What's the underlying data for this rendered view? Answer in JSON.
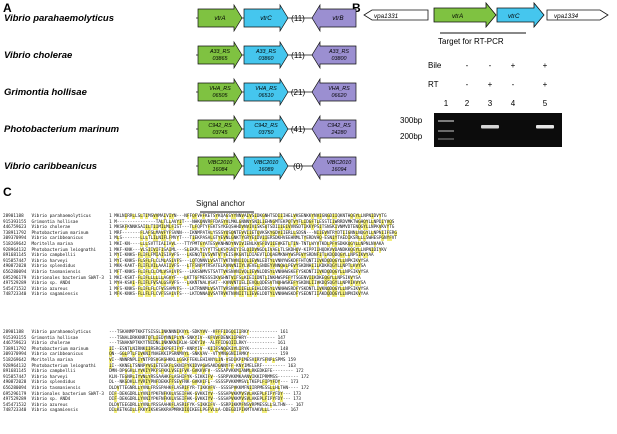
{
  "panels": {
    "a": "A",
    "b": "B",
    "c": "C"
  },
  "colors": {
    "green": "#7fc241",
    "blue": "#45c6ee",
    "purple": "#9b8fd1",
    "hl": "#f3ee7a"
  },
  "panelA": {
    "rows": [
      {
        "species": "Vibrio parahaemolyticus",
        "g1": "vtrA",
        "g2": "vtrC",
        "count": "(11)",
        "g3": "vtrB"
      },
      {
        "species": "Vibrio cholerae",
        "g1": "A33_RS 03865",
        "g2": "A33_RS 03860",
        "count": "(11)",
        "g3": "A33_RS 03800"
      },
      {
        "species": "Grimontia hollisae",
        "g1": "VHA_RS 06505",
        "g2": "VHA_RS 06510",
        "count": "(21)",
        "g3": "VHA_RS 06620"
      },
      {
        "species": "Photobacterium marinum",
        "g1": "C942_RS 03745",
        "g2": "C942_RS 03750",
        "count": "(41)",
        "g3": "C942_RS 24280"
      },
      {
        "species": "Vibrio caribbeanicus",
        "g1": "VIBC2010 16084",
        "g2": "VIBC2010 16089",
        "count": "(0)",
        "g3": "VIBC2010 16094"
      }
    ]
  },
  "panelB": {
    "genes": [
      "vpa1331",
      "vtrA",
      "vtrC",
      "vpa1334"
    ],
    "target": "Target for RT-PCR",
    "bile_label": "Bile",
    "rt_label": "RT",
    "bile": [
      "-",
      "-",
      "+",
      "+"
    ],
    "rt": [
      "-",
      "+",
      "-",
      "+"
    ],
    "lanes": [
      "1",
      "2",
      "3",
      "4",
      "5"
    ],
    "markers": [
      "300bp",
      "200bp"
    ]
  },
  "panelC": {
    "signal_anchor": "Signal anchor",
    "block1": [
      [
        "28901188",
        "Vibrio parahaemolyticus",
        "1 MKLNIRRLLSLTIMSVVMAIVIYN---NFFQFVHFKETSYKQAGSYYNNVAIVSIDKGNHTSDIIIHELVKSENKKYNVIGNGDIIQKNTHQGYLLNPNIDVYTG"
      ],
      [
        "915393155",
        "Grimontia hollisae",
        "1 M---------------TALTLLAVYIT---NHKQNVRFFDASYVLMKLGNNNYSNILIEHNGMTEKPQTVYFLIDGFTLESSTIIWRRDVMKTWGHQYLLNPDIYVQS"
      ],
      [
        "446759623",
        "Vibrio cholerae",
        "1 MKSKFKNNKSAIILTIIMILMLFIST---TLFQPTYFEKTSYKEQSHHDVNVIVISKSQTSDIIIEIVVNSDTIKKYPSITSNSKIVNMVDTENQGYLLNPKVKVYTG"
      ],
      [
        "738911792",
        "Photobacterium marinum",
        "1 MRF-------FLAFSLMAVFYFSVNN---IKNMPATALYSSSYQSQNTEVVIIETQVKSKYGDVIIERLLSDSN---NIIEVNTRYDTIIGNNLNQGYLLNPNIIFERG"
      ],
      [
        "309370994",
        "Vibrio caribbeanicus",
        "1 MLS-------LLLTLILNIFLFMVYT---TIEKPASALGTYEVNLGNKTYGRYEIDVIIERSDKHVEEHNMLTYERDVHQ-ESNIYTAEDIKSRLLLSWHESPGNYFVT"
      ],
      [
        "518269642",
        "Moritella marina",
        "1 MKI-KN----LLLSVTTIAIIAVL---TTYPMTGYATESVKNHNDYNVIVIENLKVSFDVIIEVKETLTIN-TNTLWYVTKDLPFVSDKKQGYLLNPNLNVAKA"
      ],
      [
        "928964132",
        "Photobacterium leiognathi",
        "1 MKF-KNK---VLSIIVIFISAIML---SLEKPLYSYYTTSLKSYGNIYISLQIDVNGDLIVAELTLSKDHQV-KIPPIIHQDKVVDANDKKQGYLLNPNIDIYKV"
      ],
      [
        "891681145",
        "Vibrio campbellii",
        "1 MYI-KNKS-FLIFLFMIAISIAVFS---LKENQTIVSVNTVTYEISVKGNTLDIAEVTLDQAEMKNHYWSPEVYSRDNFITLKDQDQGYLLNPSIKVYAA"
      ],
      [
        "915857447",
        "Vibrio harveyi",
        "1 MYI-KNKS-FLSFLFLCLMLASIVFS---LQTQNNVLVSATTVKTNVNIIQLIEVNLEDTYLVNNYWSKDFFHTQNTIIVKDQDQGYLLNPKIKVYSA"
      ],
      [
        "490872028",
        "Vibrio splendidus",
        "1 MKK-KAKT-FLIFLVILAAAIIVFS---LTFSNFMTRSATELKVNVNIIYLVEVELSNDEYVNNQWLPEVYSKDNHIILKDKKQGYLLNPTLKVYSA"
      ],
      [
        "656280094",
        "Vibrio tasmaniensis",
        "1 MFT-KNKS-FLIFLCLCMLVSAIVFS---LKKSNMVSTSATTVKSNVNIVQLIEVNLDDSYLVNNHWSKEFYSKDNTIIVKDQDQGYLLNPSIKVYSA"
      ],
      [
        "695296179",
        "Vibrionales bacterium SWAT-3",
        "1 MKI-KSKT-FLIFLLLLLLAGVYF---LKTTGFMESSSIKVGHNTVIFSLKIEIIDNTLINKHWSPEFYTSGENVIIKDKEQGYLLNPSIKVYSA"
      ],
      [
        "497529289",
        "Vibrio sp. AND4",
        "1 MYH-KSKI-FLIFLFVSALGSAVFS---LKKNTNALVSAT--KVNVNTIELIEVQLQDESVTNQHWSKEFYSKDNLIIVKDQSQGYLLNPRIKVYSA"
      ],
      [
        "545471532",
        "Vibrio azureus",
        "1 MFS-KNKS-FLIFLFLCFVSSAMVFS---LKTRNNMLVSATTVRSNVNIIELLEIHLDDSYLVNNHWSRDFYSKDNTLIVKNQDQGYLLNPSIKVYSA"
      ],
      [
        "748723340",
        "Vibrio sagamiensis",
        "1 MFK-KNKS-FLLFLFLCVFSSAIVFS---LKTDNNAQVSATRVKTNVNIITLIEVELDDTYLVNNHWSKDFYSEDNTIIAKDQDQGYLLNPNIKVYAA"
      ]
    ],
    "block2": [
      [
        "28901188",
        "Vibrio parahaemolyticus",
        "---TSKANMPTKKFTSISSLINKNNNIKVYL-SDKYVV--KFFFIDGQIIIRKY----------- 161"
      ],
      [
        "915393155",
        "Grimontia hollisae",
        "---TSNALDRKKNRTQTLIEDYNNIPLYN-SNKYIV--KFVVFDENKIIPHRY----------- 147"
      ],
      [
        "446759623",
        "Vibrio cholerae",
        "---TSNAKNPTKKYTNIDNLINKNKNIKLW-SDKYIV--ALFFIDGQIILRKY----------- 161"
      ],
      [
        "738911792",
        "Photobacterium marinum",
        "II--ESNTLNIRNKIIRSRGIKPEFIFYF-KNRYIV--KIIFSNQEKIYLIRYK----------- 148"
      ],
      [
        "309370994",
        "Vibrio caribbeanicus",
        "QN--GGLPTLFIVKNIYNAEKKIPSRNMVYL-SNKVAV--VTYMNGGNIIAMKY----------- 159"
      ],
      [
        "518269642",
        "Moritella marina",
        "VI--NNNRNPLIYNTPDSVGKGHKKLLGSKFFEKLEHIANYLIN-VSDIKPIMESVIRYSFNPLSPMS 159"
      ],
      [
        "928964132",
        "Photobacterium leiognathi",
        "II--KKNELTSNNPYVGIETESKFLSKNIFYKIDVAGWSAKDGNNYFF-KNYIMELERF--------- 163"
      ],
      [
        "891681145",
        "Vibrio campbellii",
        "DMN-DPGGKLLYVKIYPKFSFKKLVSEIFVK-GVKKVFV--SSSAPVKKMIANMLRKEDKEFE-------- 172"
      ],
      [
        "915857447",
        "Vibrio harveyi",
        "KLN-TEGNRLIYVNLYRSSAAHKFLASHIFYK-SIKKIFV--SSRPVKKMKAANVIKKIPRMMSS-------- 172"
      ],
      [
        "490872028",
        "Vibrio splendidus",
        "DL--NKGDKLLYVRIYPNFDEKKFFSEVFNK-GVKKIFL--SSSSPVKKMMSVLTKEPLFIPYFDY--- 173"
      ],
      [
        "656280094",
        "Vibrio tasmaniensis",
        "DLDVTTEGNRLLYVNLFRSSPAHKFLASRIFYR-TIKKVFV--SSSSPVKKMFNIIRPMESSLLHLTHN---- 172"
      ],
      [
        "695296179",
        "Vibrionales bacterium SWAT-3",
        "DIF-DEKGDRLLYVNIYPKFNFKKLVSEIFHK-GVKKIYV--SSSAPVKKMVSVLAKEPLFIPYFDY--- 173"
      ],
      [
        "497529289",
        "Vibrio sp. AND4",
        "DIF-DEKGDRLLYVNIYPKFNFKKLVSEIFHK-GVKKIYV--SSSAPVKKMVSVLAKEPLFIPYFDY--- 173"
      ],
      [
        "545471532",
        "Vibrio azureus",
        "DLDVTEEGDRLLYVNLYRSSAAHKFLASRIFYK-SIKKIFV--SSRPIKKMFNSVRPMESSLLSLTHN--- 167"
      ],
      [
        "748723340",
        "Vibrio sagamiensis",
        "DILKETKGDLLFKKYIKSKSKKRAPMRKDIQIKEELPGFVLLA-DDEGDIPIKMTVAKVLLL------- 167"
      ]
    ]
  }
}
